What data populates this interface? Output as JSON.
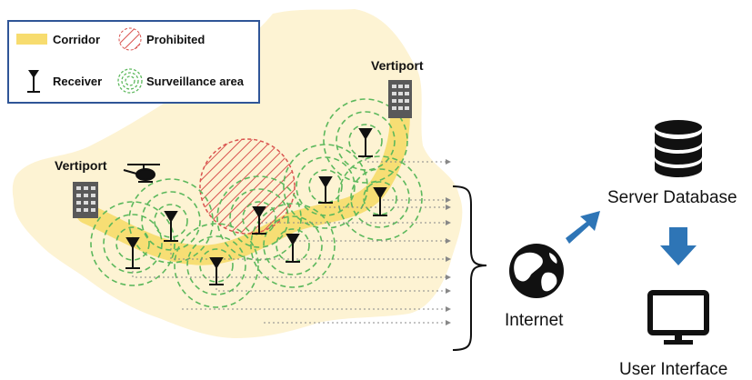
{
  "legend": {
    "corridor_label": "Corridor",
    "prohibited_label": "Prohibited",
    "receiver_label": "Receiver",
    "surveillance_label": "Surveillance area"
  },
  "map": {
    "vertiport_left_label": "Vertiport",
    "vertiport_right_label": "Vertiport"
  },
  "network": {
    "internet_label": "Internet",
    "server_label": "Server Database",
    "ui_label": "User Interface"
  },
  "icons": [
    "building-icon",
    "helicopter-icon",
    "receiver-icon",
    "globe-icon",
    "database-icon",
    "monitor-icon",
    "arrow-icon"
  ],
  "colors": {
    "land": "#fdf3d3",
    "corridor": "#f7dc6f",
    "surveillance": "#5cb85c",
    "prohibited": "#d9534f",
    "arrow": "#2e75b6",
    "legend_border": "#2f5597"
  }
}
